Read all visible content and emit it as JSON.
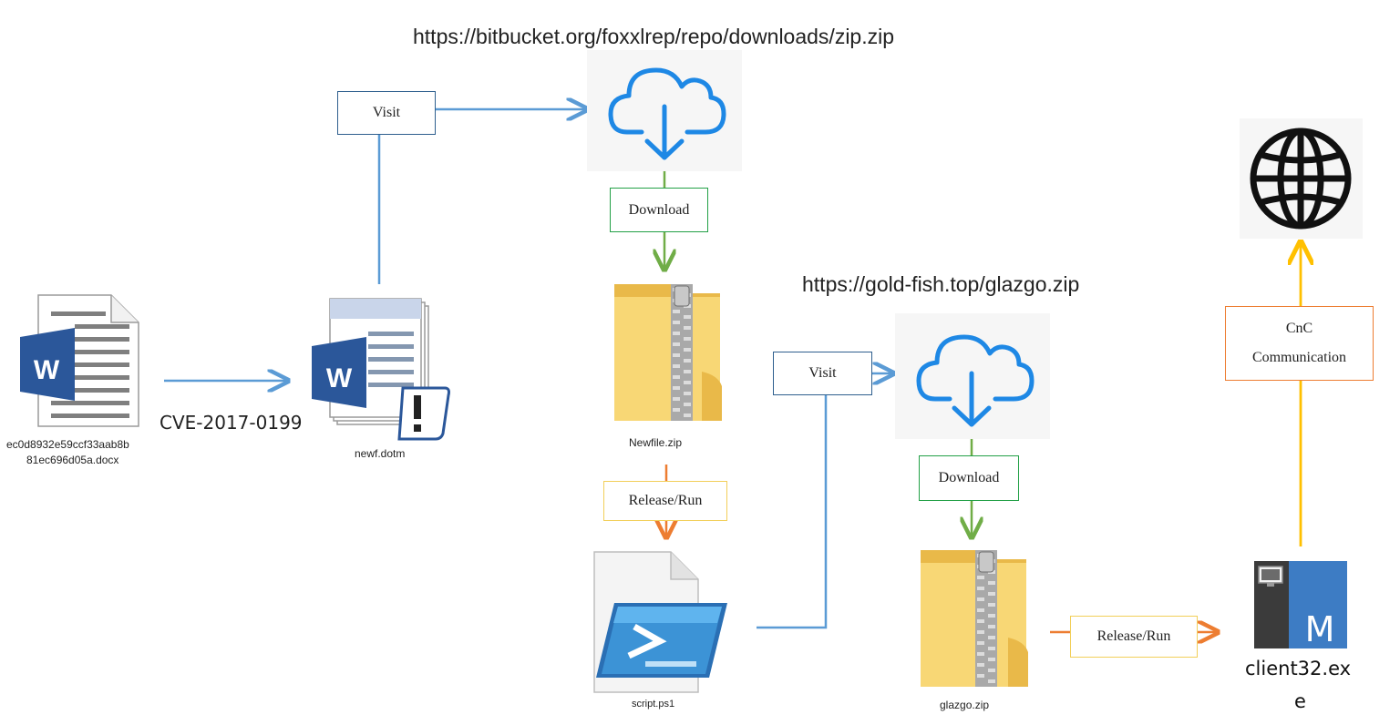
{
  "urls": {
    "bitbucket": "https://bitbucket.org/foxxlrep/repo/downloads/zip.zip",
    "goldfish": "https://gold-fish.top/glazgo.zip"
  },
  "files": {
    "docx": {
      "line1": "ec0d8932e59ccf33aab8b",
      "line2": "81ec696d05a.docx"
    },
    "dotm": "newf.dotm",
    "newfile_zip": "Newfile.zip",
    "script": "script.ps1",
    "glazgo_zip": "glazgo.zip",
    "client": {
      "line1": "client32.ex",
      "line2": "e"
    }
  },
  "labels": {
    "cve": "CVE-2017-0199",
    "visit_1": "Visit",
    "visit_2": "Visit",
    "download_1": "Download",
    "download_2": "Download",
    "release_1": "Release/Run",
    "release_2": "Release/Run",
    "cnc_line1": "CnC",
    "cnc_line2": "Communication"
  },
  "icons": {
    "word_docx": "word-document-icon",
    "word_template": "word-template-icon",
    "cloud_1": "cloud-download-icon",
    "cloud_2": "cloud-download-icon",
    "zip_1": "zip-folder-icon",
    "zip_2": "zip-folder-icon",
    "powershell": "powershell-script-icon",
    "client": "executable-icon",
    "globe": "globe-icon"
  },
  "colors": {
    "blue_flow": "#5b9bd5",
    "green_flow": "#70ad47",
    "orange_flow": "#ed7d31",
    "cnc_flow": "#ffc000"
  }
}
